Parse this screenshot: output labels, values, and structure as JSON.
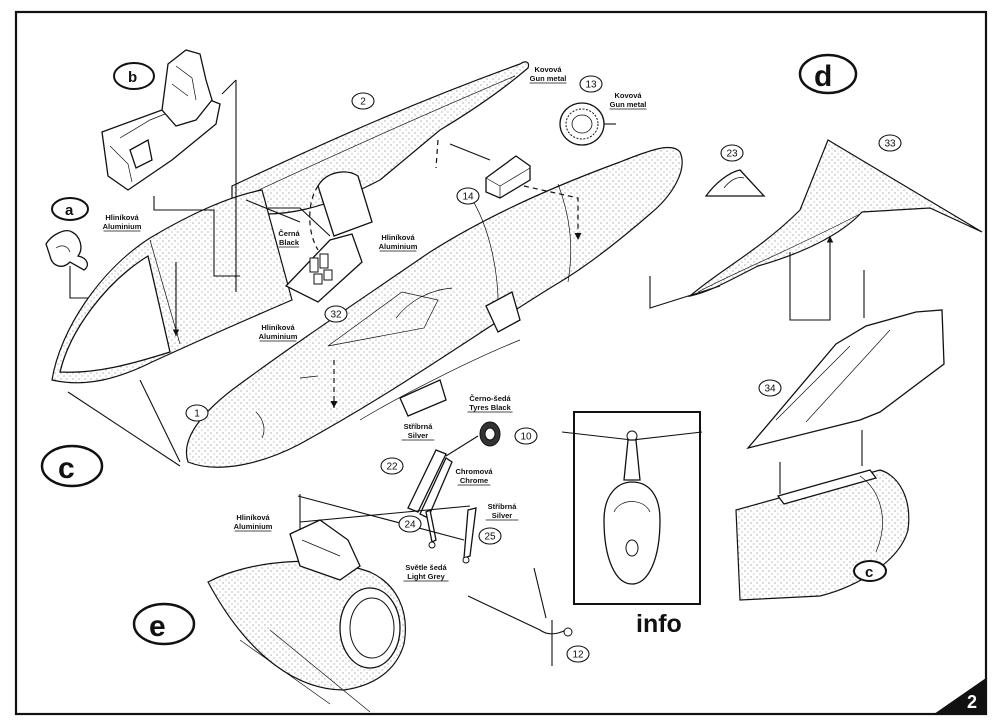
{
  "page_number": "2",
  "sections": {
    "a": "a",
    "b": "b",
    "c": "c",
    "d": "d",
    "e": "e",
    "c_small": "c"
  },
  "info_label": "info",
  "parts": [
    "1",
    "2",
    "10",
    "12",
    "13",
    "14",
    "22",
    "23",
    "24",
    "25",
    "32",
    "33",
    "34"
  ],
  "colors": {
    "kovova_1": [
      "Kovová",
      "Gun metal"
    ],
    "kovova_2": [
      "Kovová",
      "Gun metal"
    ],
    "hlinikova_a": [
      "Hliníková",
      "Aluminium"
    ],
    "cerna": [
      "Černá",
      "Black"
    ],
    "hlinikova_b": [
      "Hliníková",
      "Aluminium"
    ],
    "hlinikova_c": [
      "Hliníková",
      "Aluminium"
    ],
    "cerno_seda": [
      "Černo-šedá",
      "Tyres Black"
    ],
    "stribrna_1": [
      "Stříbrná",
      "Silver"
    ],
    "chromova": [
      "Chromová",
      "Chrome"
    ],
    "stribrna_2": [
      "Stříbrná",
      "Silver"
    ],
    "hlinikova_e": [
      "Hliníková",
      "Aluminium"
    ],
    "svetle_seda": [
      "Světle šedá",
      "Light Grey"
    ]
  }
}
